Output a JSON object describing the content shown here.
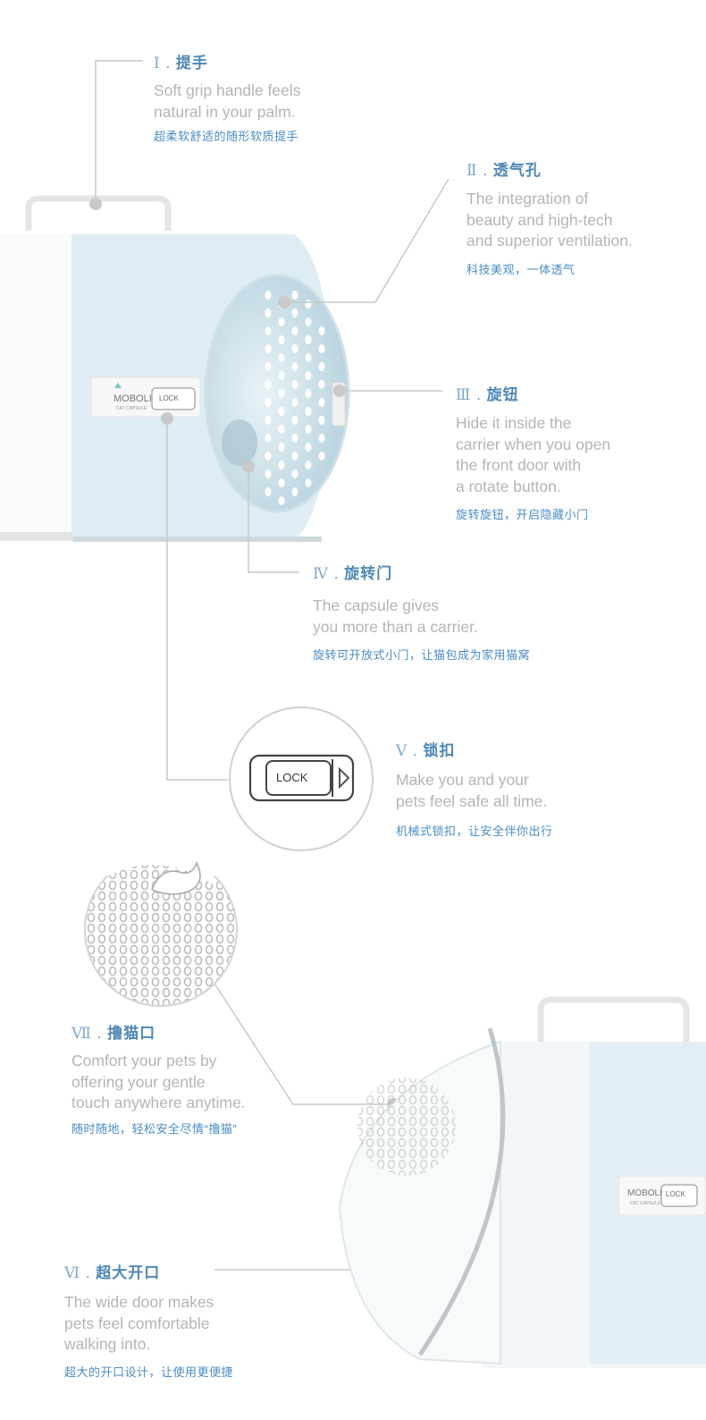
{
  "features": [
    {
      "num": "Ⅰ",
      "label": "提手",
      "desc": [
        "Soft grip handle feels",
        "natural in your palm."
      ],
      "zh": "超柔软舒适的随形软质提手"
    },
    {
      "num": "Ⅱ",
      "label": "透气孔",
      "desc": [
        "The integration of",
        "beauty and high-tech",
        "and superior ventilation."
      ],
      "zh": "科技美观，一体透气"
    },
    {
      "num": "Ⅲ",
      "label": "旋钮",
      "desc": [
        "Hide it inside the",
        "carrier when you open",
        "the front door with",
        "a rotate button."
      ],
      "zh": "旋转旋钮，开启隐藏小门"
    },
    {
      "num": "Ⅳ",
      "label": "旋转门",
      "desc": [
        "The capsule gives",
        "you more than a carrier."
      ],
      "zh": "旋转可开放式小门，让猫包成为家用猫窝"
    },
    {
      "num": "Ⅴ",
      "label": "锁扣",
      "desc": [
        "Make you and your",
        "pets feel safe all time."
      ],
      "zh": "机械式锁扣，让安全伴你出行"
    },
    {
      "num": "Ⅶ",
      "label": "撸猫口",
      "desc": [
        "Comfort your pets by",
        "offering your gentle",
        "touch anywhere anytime."
      ],
      "zh": "随时随地，轻松安全尽情“撸猫”"
    },
    {
      "num": "Ⅵ",
      "label": "超大开口",
      "desc": [
        "The wide door makes",
        "pets feel comfortable",
        "walking into."
      ],
      "zh": "超大的开口设计，让使用更便捷"
    }
  ],
  "product": {
    "brand": "MOBOLI",
    "sub": "CAT CAPSULE",
    "lock": "LOCK"
  },
  "colors": {
    "accent": "#4f88b6",
    "text": "#b4b4b4",
    "body": "#deedf3",
    "line": "#c8c8c8"
  }
}
